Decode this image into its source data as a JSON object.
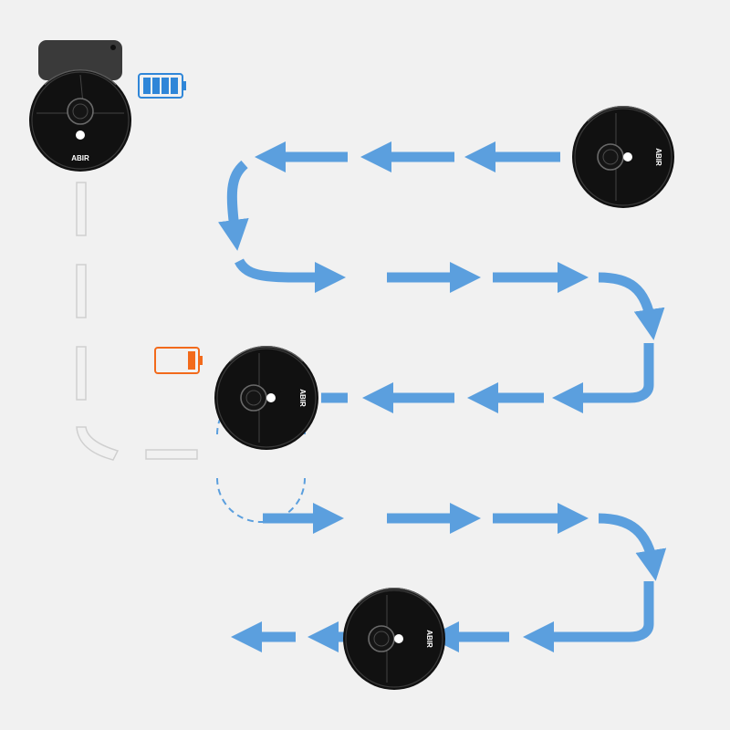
{
  "diagram": {
    "brand_label": "ABIR",
    "colors": {
      "background": "#f1f1f1",
      "arrow": "#5b9fde",
      "robot_body": "#111111",
      "dock": "#3a3a3a",
      "battery_full": "#2f86d8",
      "battery_low": "#f26a1b",
      "return_path": "#cfcfcf"
    },
    "battery_full_level": 1.0,
    "battery_low_level": 0.2,
    "icons": [
      "charging-dock-icon",
      "battery-full-icon",
      "battery-low-icon",
      "robot-vacuum-icon"
    ]
  }
}
